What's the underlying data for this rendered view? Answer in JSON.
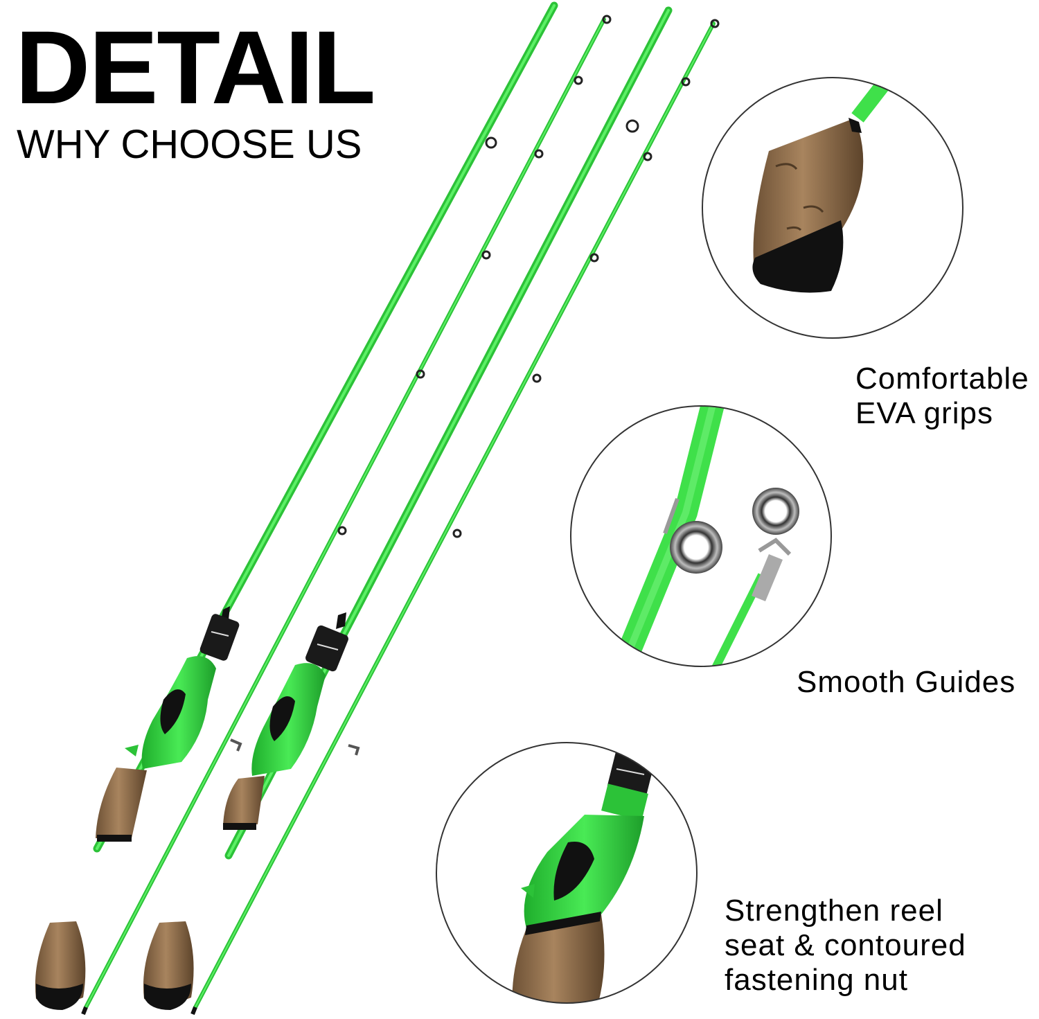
{
  "header": {
    "title": "DETAIL",
    "subtitle": "WHY CHOOSE US"
  },
  "features": [
    {
      "label": "Comfortable\nEVA grips"
    },
    {
      "label": "Smooth Guides"
    },
    {
      "label": "Strengthen reel\nseat & contoured\nfastening nut"
    }
  ],
  "colors": {
    "rod_green": "#3fe04a",
    "rod_green_dark": "#1fae2c",
    "cork": "#8a6a4a",
    "cork_light": "#a8845e",
    "black": "#111111",
    "metal": "#9a9a9a"
  }
}
